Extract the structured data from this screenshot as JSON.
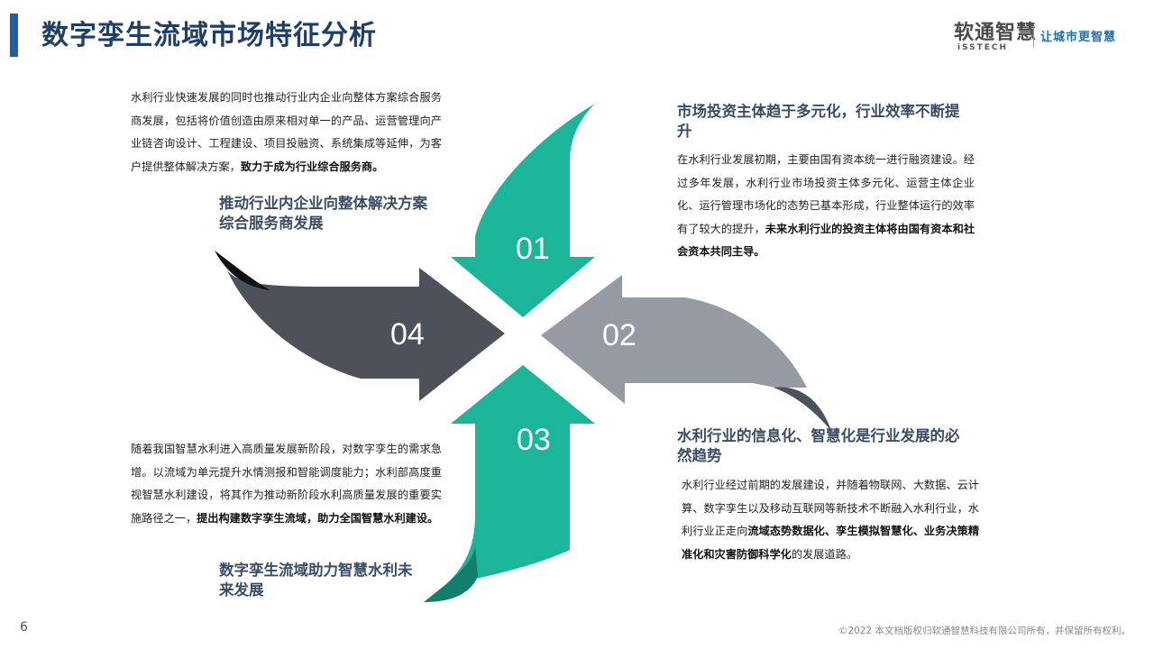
{
  "header": {
    "title": "数字孪生流域市场特征分析",
    "logo_text": "软通智慧",
    "logo_sub": "iSSTECH",
    "slogan": "让城市更智慧"
  },
  "arrows": [
    {
      "num": "01",
      "color": "#1bb59a"
    },
    {
      "num": "02",
      "color": "#969ba3"
    },
    {
      "num": "03",
      "color": "#1bb59a"
    },
    {
      "num": "04",
      "color": "#4d525a"
    }
  ],
  "block4": {
    "p1": "水利行业快速发展的同时也推动行业内企业向整体方案综合服务商发展，包括将价值创造由原来相对单一的产品、运营管理向产业链咨询设计、工程建设、项目投融资、系统集成等延伸，为客户提供整体解决方案，",
    "b1": "致力于成为行业综合服务商。",
    "heading": "推动行业内企业向整体解决方案综合服务商发展"
  },
  "block1": {
    "heading": "市场投资主体趋于多元化，行业效率不断提升",
    "p1": "在水利行业发展初期，主要由国有资本统一进行融资建设。经过多年发展，水利行业市场投资主体多元化、运营主体企业化、运行管理市场化的态势已基本形成，行业整体运行的效率有了较大的提升，",
    "b1": "未来水利行业的投资主体将由国有资本和社会资本共同主导。"
  },
  "block3": {
    "p1": "随着我国智慧水利进入高质量发展新阶段，对数字孪生的需求急增。以流域为单元提升水情测报和智能调度能力；水利部高度重视智慧水利建设，将其作为推动新阶段水利高质量发展的重要实施路径之一，",
    "b1": "提出构建数字孪生流域，助力全国智慧水利建设。",
    "heading": "数字孪生流域助力智慧水利未来发展"
  },
  "block2": {
    "heading": "水利行业的信息化、智慧化是行业发展的必然趋势",
    "p1": "水利行业经过前期的发展建设，并随着物联网、大数据、云计算、数字孪生以及移动互联网等新技术不断融入水利行业，水利行业正走向",
    "b1": "流域态势数据化、孪生模拟智慧化、业务决策精准化和灾害防御科学化",
    "p2": "的发展道路。"
  },
  "footer": {
    "page_number": "6",
    "copyright": "©2022 本文档版权归软通智慧科技有限公司所有，并保留所有权利。"
  }
}
